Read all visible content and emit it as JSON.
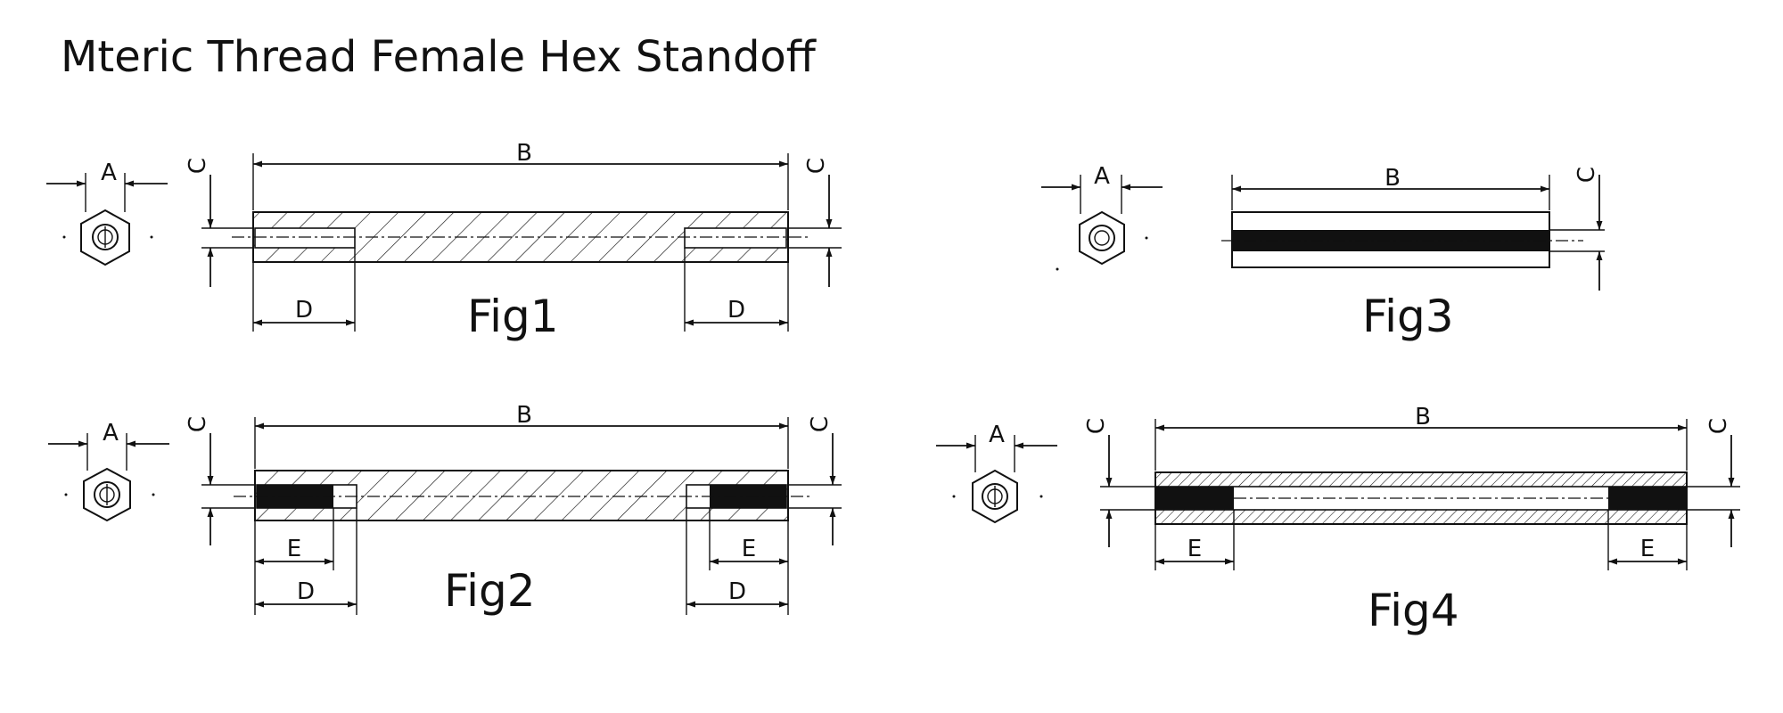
{
  "title": "Mteric Thread Female Hex Standoff",
  "figures": [
    {
      "id": "fig1",
      "label": "Fig1",
      "dims": {
        "A": "A",
        "B": "B",
        "C_left": "C",
        "C_right": "C",
        "D_left": "D",
        "D_right": "D"
      }
    },
    {
      "id": "fig2",
      "label": "Fig2",
      "dims": {
        "A": "A",
        "B": "B",
        "C_left": "C",
        "C_right": "C",
        "D_left": "D",
        "D_right": "D",
        "E_left": "E",
        "E_right": "E"
      }
    },
    {
      "id": "fig3",
      "label": "Fig3",
      "dims": {
        "A": "A",
        "B": "B",
        "C_right": "C"
      }
    },
    {
      "id": "fig4",
      "label": "Fig4",
      "dims": {
        "A": "A",
        "B": "B",
        "C_left": "C",
        "C_right": "C",
        "E_left": "E",
        "E_right": "E"
      }
    }
  ]
}
